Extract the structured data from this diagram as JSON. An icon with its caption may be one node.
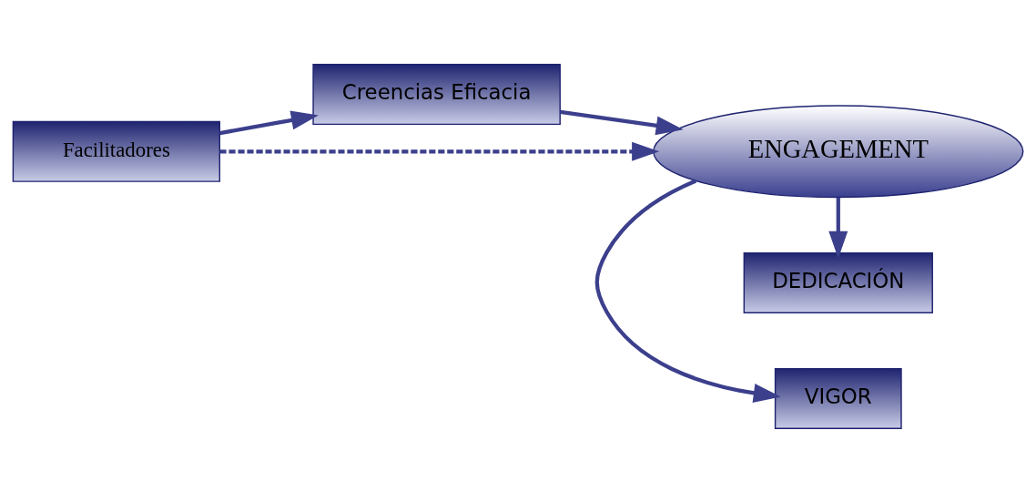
{
  "diagram": {
    "nodes": [
      {
        "text": [
          "Facilitadores"
        ]
      },
      {
        "text": [
          "Creencias Eficacia"
        ]
      },
      {
        "text": [
          "ENGAGEMENT"
        ]
      },
      {
        "text": [
          "VIGOR"
        ]
      },
      {
        "text": [
          "DEDICACIÓN"
        ]
      }
    ],
    "edges": [
      {
        "from": 0,
        "to": 1,
        "arrow": "to"
      },
      {
        "from": 1,
        "to": 2,
        "arrow": "to"
      },
      {
        "from": 0,
        "to": 2,
        "arrow": "to",
        "style": "dashed"
      },
      {
        "from": 2,
        "to": 3,
        "arrow": "to"
      },
      {
        "from": 2,
        "to": 4,
        "arrow": "to"
      }
    ]
  }
}
